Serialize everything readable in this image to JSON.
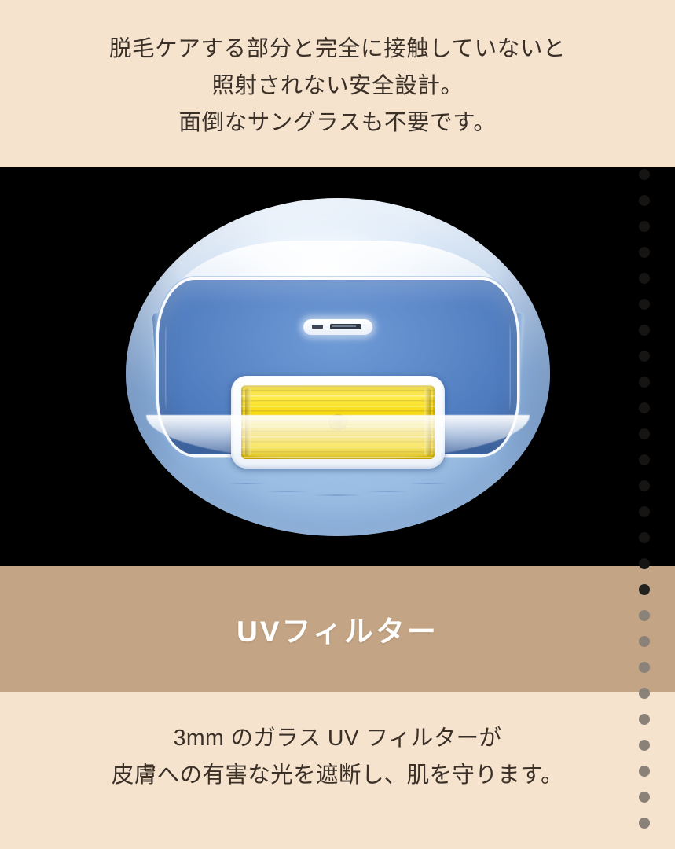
{
  "theme": {
    "background": "#F5E3CE",
    "banner_background": "#C3A484",
    "hero_background": "#000000",
    "text_color": "#3A3028",
    "banner_text_color": "#FFFFFF",
    "dot_color": "#8A8178",
    "dot_active_color": "#23211E"
  },
  "top_copy": {
    "line1": "脱毛ケアする部分と完全に接触していないと",
    "line2": "照射されない安全設計。",
    "line3": "面倒なサングラスも不要です。"
  },
  "hero": {
    "alt": "IPL脱毛器本体のUVフィルター部分",
    "device": {
      "shell_color": "#CFE1F5",
      "band_color": "#5D89C9",
      "filter_color": "#F2D409",
      "frame_color": "#FFFFFF"
    }
  },
  "banner": {
    "title": "UVフィルター"
  },
  "bottom_copy": {
    "line1": "3mm のガラス UV フィルターが",
    "line2": "皮膚への有害な光を遮断し、肌を守ります。"
  },
  "scroll_indicator": {
    "total": 27,
    "active_index": 16,
    "dot_size": 14,
    "spacing": 33
  }
}
